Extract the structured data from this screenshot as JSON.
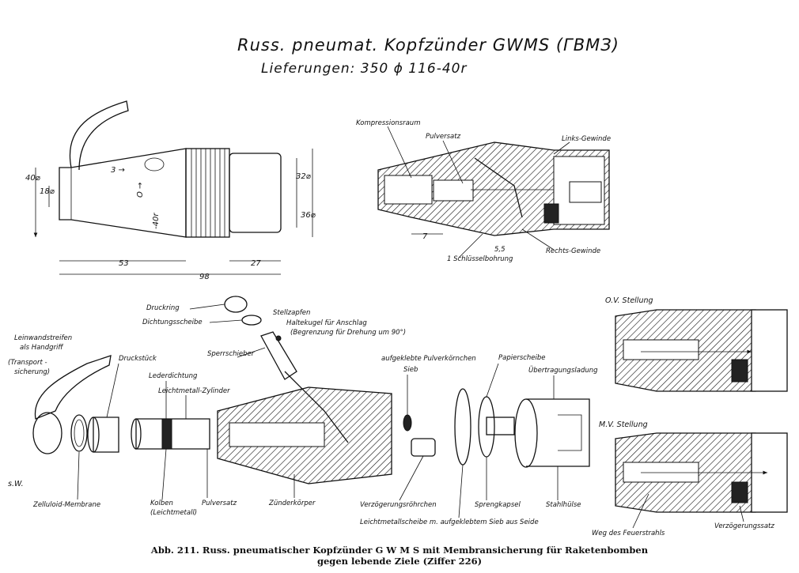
{
  "title": {
    "line1": "Russ. pneumat. Kopfzünder GWMS (ГВМЗ)",
    "line2": "Lieferungen: 350 ɸ 116-40r"
  },
  "side_view": {
    "dims": {
      "d40": "40⌀",
      "d18": "18⌀",
      "d32": "32⌀",
      "d36": "36⌀",
      "l53": "53",
      "l27": "27",
      "l98": "98"
    },
    "markings": {
      "arrow_three": "3 →",
      "zero_arrow": "O →",
      "forty_r": "-40r"
    }
  },
  "section_view": {
    "labels": {
      "kompressionsraum": "Kompressionsraum",
      "pulversatz": "Pulversatz",
      "links_gewinde": "Links-Gewinde",
      "rechts_gewinde": "Rechts-Gewinde",
      "schluesselbohrung": "1 Schlüsselbohrung",
      "dim7": "7",
      "dim5": "5,5"
    }
  },
  "exploded_view": {
    "labels": {
      "druckring": "Druckring",
      "dichtungsscheibe": "Dichtungsscheibe",
      "stellzapfen": "Stellzapfen",
      "haltekugel": "Haltekugel für Anschlag",
      "begrenzung": "(Begrenzung für Drehung um 90°)",
      "sperrschieber": "Sperrschieber",
      "leinwandstreifen1": "Leinwandstreifen",
      "leinwandstreifen2": "als Handgriff",
      "transport1": "(Transport -",
      "transport2": "sicherung)",
      "druckstueck": "Druckstück",
      "lederdichtung": "Lederdichtung",
      "leichtmetall_zylinder": "Leichtmetall-Zylinder",
      "aufgeklebte": "aufgeklebte Pulverkörnchen",
      "sieb": "Sieb",
      "papierscheibe": "Papierscheibe",
      "uebertragungsladung": "Übertragungsladung",
      "zelluloid": "Zelluloid-Membrane",
      "kolben1": "Kolben",
      "kolben2": "(Leichtmetall)",
      "pulversatz": "Pulversatz",
      "zuenderkoerper": "Zünderkörper",
      "verzoegerungsroehrchen": "Verzögerungsröhrchen",
      "leichtmetallscheibe": "Leichtmetallscheibe m. aufgeklebtem Sieb aus Seide",
      "sprengkapsel": "Sprengkapsel",
      "stahlhuelse": "Stahlhülse",
      "signature": "s.W."
    }
  },
  "settings": {
    "ov": "O.V. Stellung",
    "mv": "M.V. Stellung",
    "weg": "Weg des Feuerstrahls",
    "verzoegerungssatz": "Verzögerungssatz"
  },
  "caption": {
    "line1": "Abb. 211. Russ. pneumatischer Kopfzünder G W M S mit Membransicherung für Raketenbomben",
    "line2": "gegen lebende Ziele (Ziffer 226)"
  }
}
